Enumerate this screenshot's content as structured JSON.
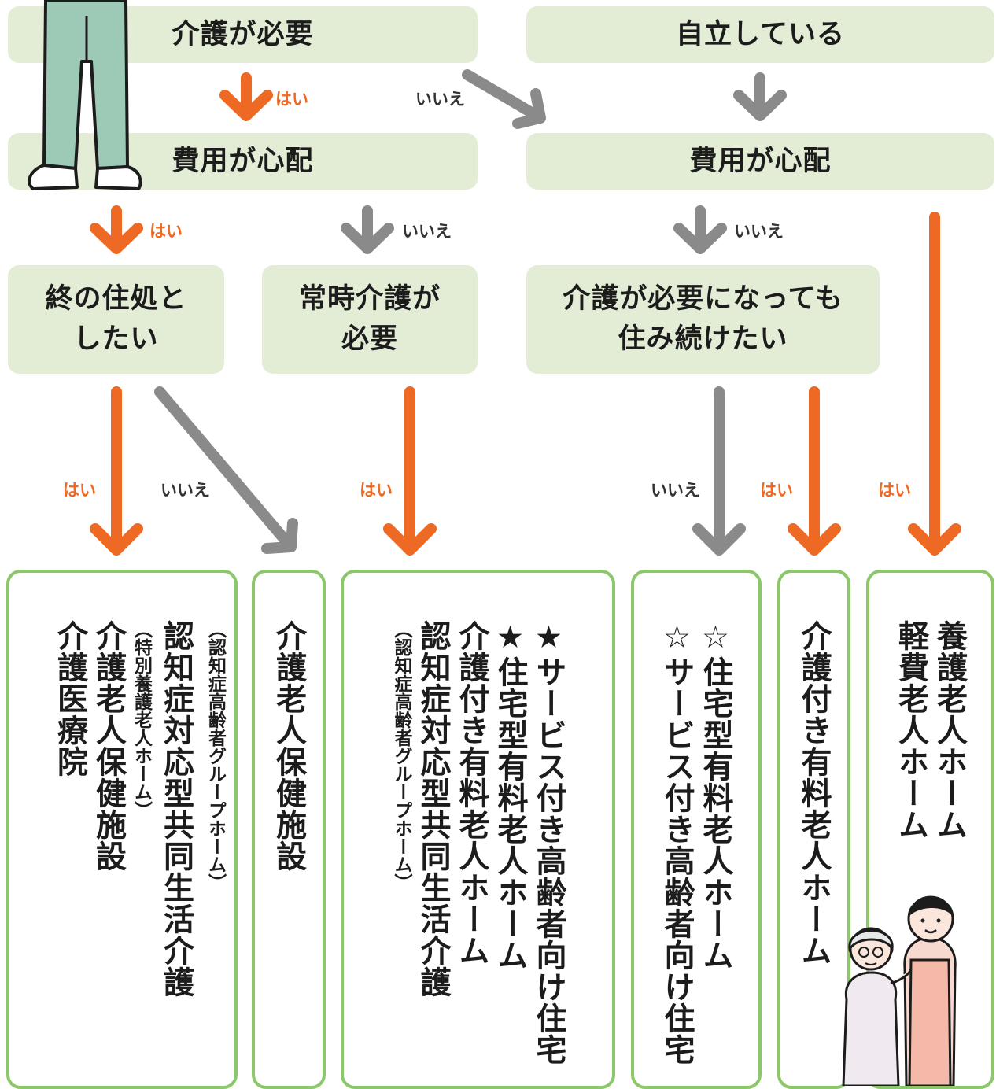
{
  "questions": {
    "q1": "介護が必要",
    "q2": "自立している",
    "q3": "費用が心配",
    "q4": "費用が心配",
    "q5_line1": "終の住処と",
    "q5_line2": "したい",
    "q6_line1": "常時介護が",
    "q6_line2": "必要",
    "q7_line1": "介護が必要になっても",
    "q7_line2": "住み続けたい"
  },
  "labels": {
    "yes": "はい",
    "no": "いいえ"
  },
  "results": {
    "r1": {
      "col1": "介護医療院",
      "col2": "介護老人保健施設",
      "col3": "（特別養護老人ホーム）",
      "col4": "認知症対応型共同生活介護",
      "col5": "（認知症高齢者グループホーム）"
    },
    "r2": {
      "col1": "介護老人保健施設"
    },
    "r3": {
      "col1": "（認知症高齢者グループホーム）",
      "col2": "認知症対応型共同生活介護",
      "col3": "介護付き有料老人ホーム",
      "col4": "★住宅型有料老人ホーム",
      "col5": "★サービス付き高齢者向け住宅"
    },
    "r4": {
      "col1": "☆サービス付き高齢者向け住宅",
      "col2": "☆住宅型有料老人ホーム"
    },
    "r5": {
      "col1": "介護付き有料老人ホーム"
    },
    "r6": {
      "col1": "軽費老人ホーム",
      "col2": "養護老人ホーム"
    }
  },
  "colors": {
    "yes_arrow": "#ee6a24",
    "no_arrow": "#8a8a8a",
    "question_bg": "#e3edd6",
    "result_border": "#8cc76a"
  }
}
